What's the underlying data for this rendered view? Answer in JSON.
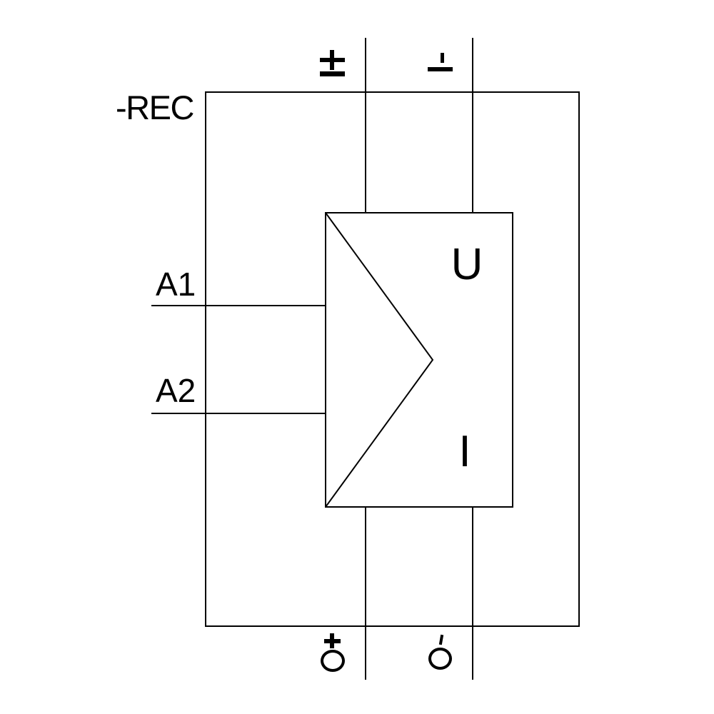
{
  "colors": {
    "line": "#000000",
    "background": "#ffffff",
    "text": "#000000"
  },
  "diagram": {
    "type": "circuit-block-schematic",
    "device_label": "-REC",
    "converter_block": {
      "voltage_label": "U",
      "current_label": "I",
      "shape": "rectangle-with-chevron"
    },
    "inputs": [
      {
        "label": "A1"
      },
      {
        "label": "A2"
      }
    ],
    "top_terminals": [
      {
        "icon": "plus-minus-icon",
        "symbol": "plus-minus"
      },
      {
        "icon": "minus-icon",
        "symbol": "minus"
      }
    ],
    "bottom_terminals": [
      {
        "icon": "plus-icon",
        "symbol": "plus",
        "marker": "circle"
      },
      {
        "icon": "minus-tick-icon",
        "symbol": "minus",
        "marker": "circle"
      }
    ]
  }
}
